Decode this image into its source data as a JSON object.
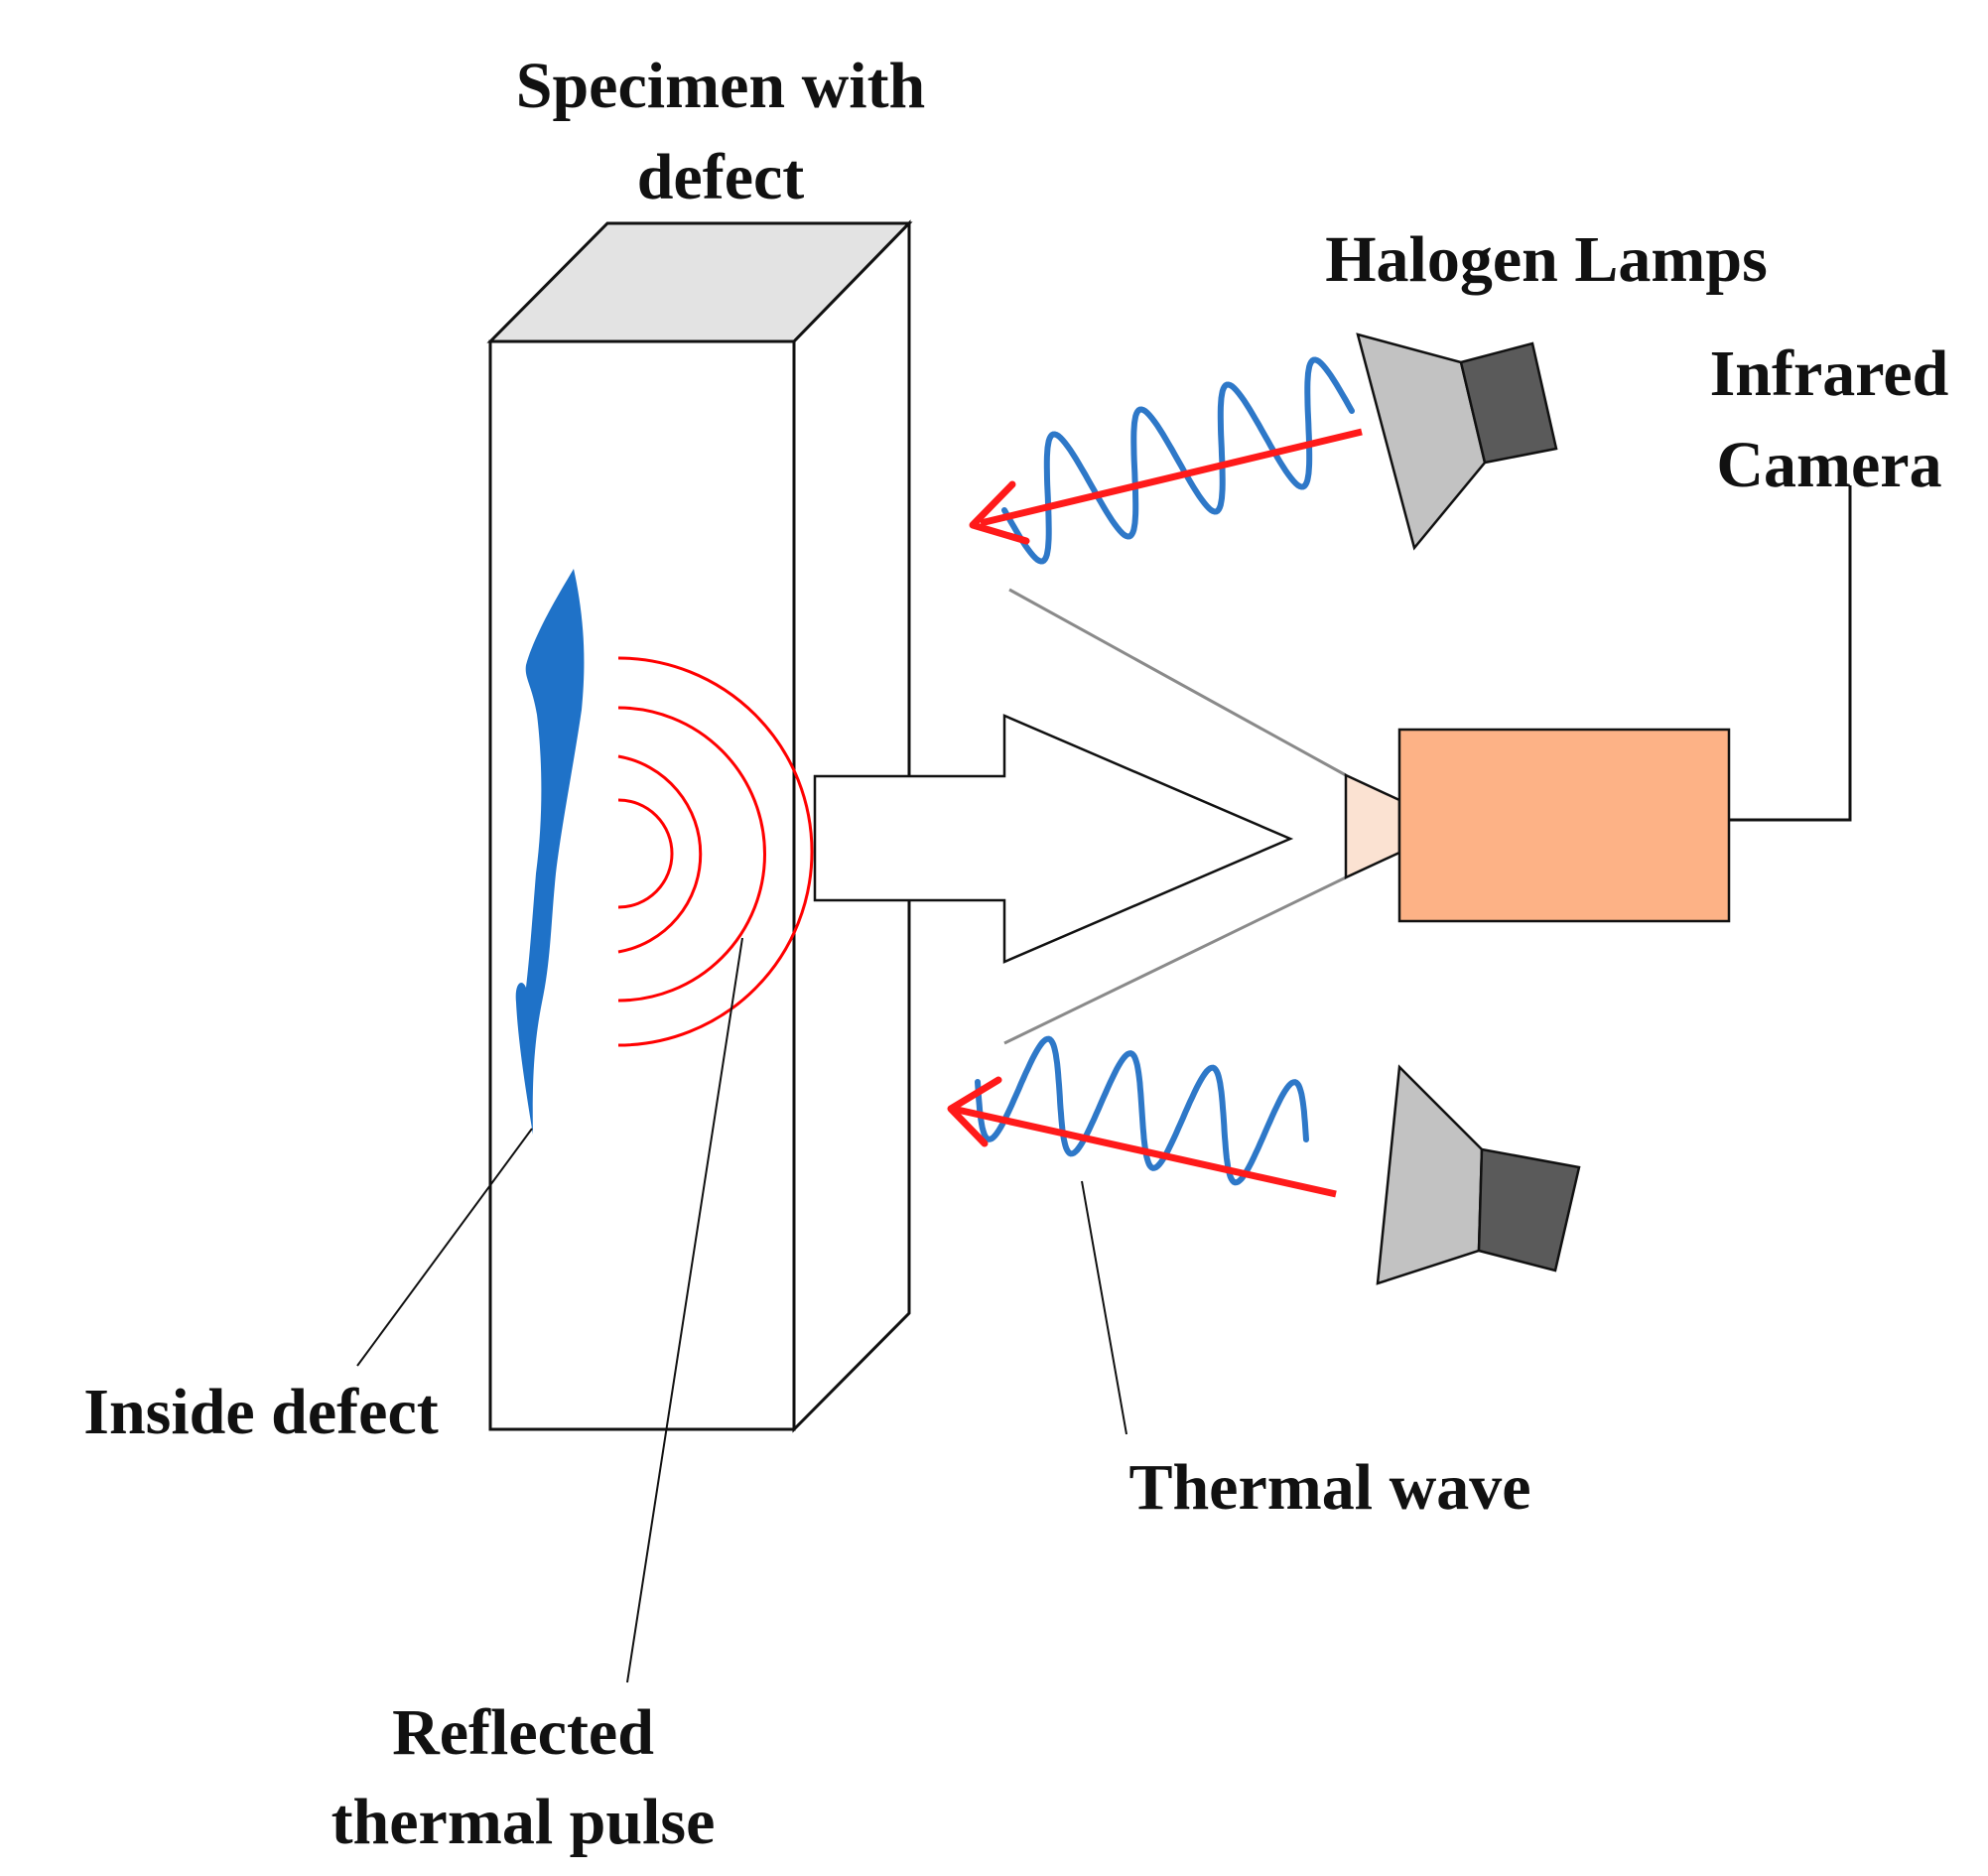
{
  "labels": {
    "specimen": [
      "Specimen with",
      "defect"
    ],
    "halogen_lamps": "Halogen Lamps",
    "infrared_camera": [
      "Infrared",
      "Camera"
    ],
    "inside_defect": "Inside defect",
    "thermal_wave": "Thermal wave",
    "reflected_pulse": [
      "Reflected",
      "thermal pulse"
    ]
  },
  "colors": {
    "outline": "#111111",
    "specimen_top": "#e3e3e3",
    "defect": "#1f72c8",
    "reflected_pulse": "#ff0000",
    "thermal_wave": "#2e78c8",
    "heat_arrow": "#ff1a1a",
    "lamp_body": "#c2c2c2",
    "lamp_base": "#5a5a5a",
    "camera_body": "#fdb286",
    "camera_lens": "#fbe2d2",
    "field_of_view": "#8a8a8a"
  },
  "icons": {
    "lamp": "halogen-lamp-icon",
    "camera": "infrared-camera-icon",
    "defect": "defect-shape",
    "wave": "sine-wave-icon"
  }
}
